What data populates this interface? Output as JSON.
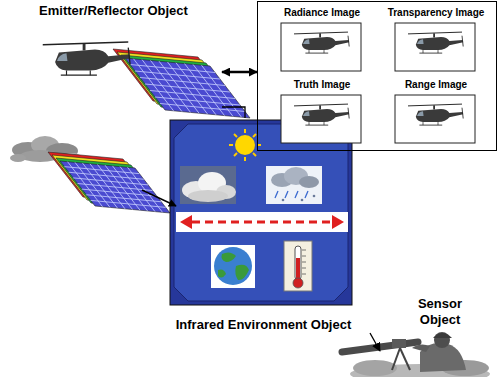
{
  "diagram": {
    "nodes": [
      {
        "text": [
          "Emitter/Reflector Object"
        ]
      },
      {
        "text": []
      },
      {
        "text": [
          "Radiance Image"
        ],
        "in": 1
      },
      {
        "text": [
          "Transparency Image"
        ],
        "in": 1
      },
      {
        "text": [
          "Truth Image"
        ],
        "in": 1
      },
      {
        "text": [
          "Range Image"
        ],
        "in": 1
      },
      {
        "text": [
          "Infrared Environment Object"
        ]
      },
      {
        "text": [
          "Sensor Object"
        ]
      }
    ],
    "edges": [
      {
        "from": 0,
        "to": 1,
        "arrow": "both"
      },
      {
        "from": 0,
        "to": 6,
        "arrow": "none"
      },
      {
        "from": 6,
        "to": 7,
        "arrow": "to"
      }
    ]
  }
}
